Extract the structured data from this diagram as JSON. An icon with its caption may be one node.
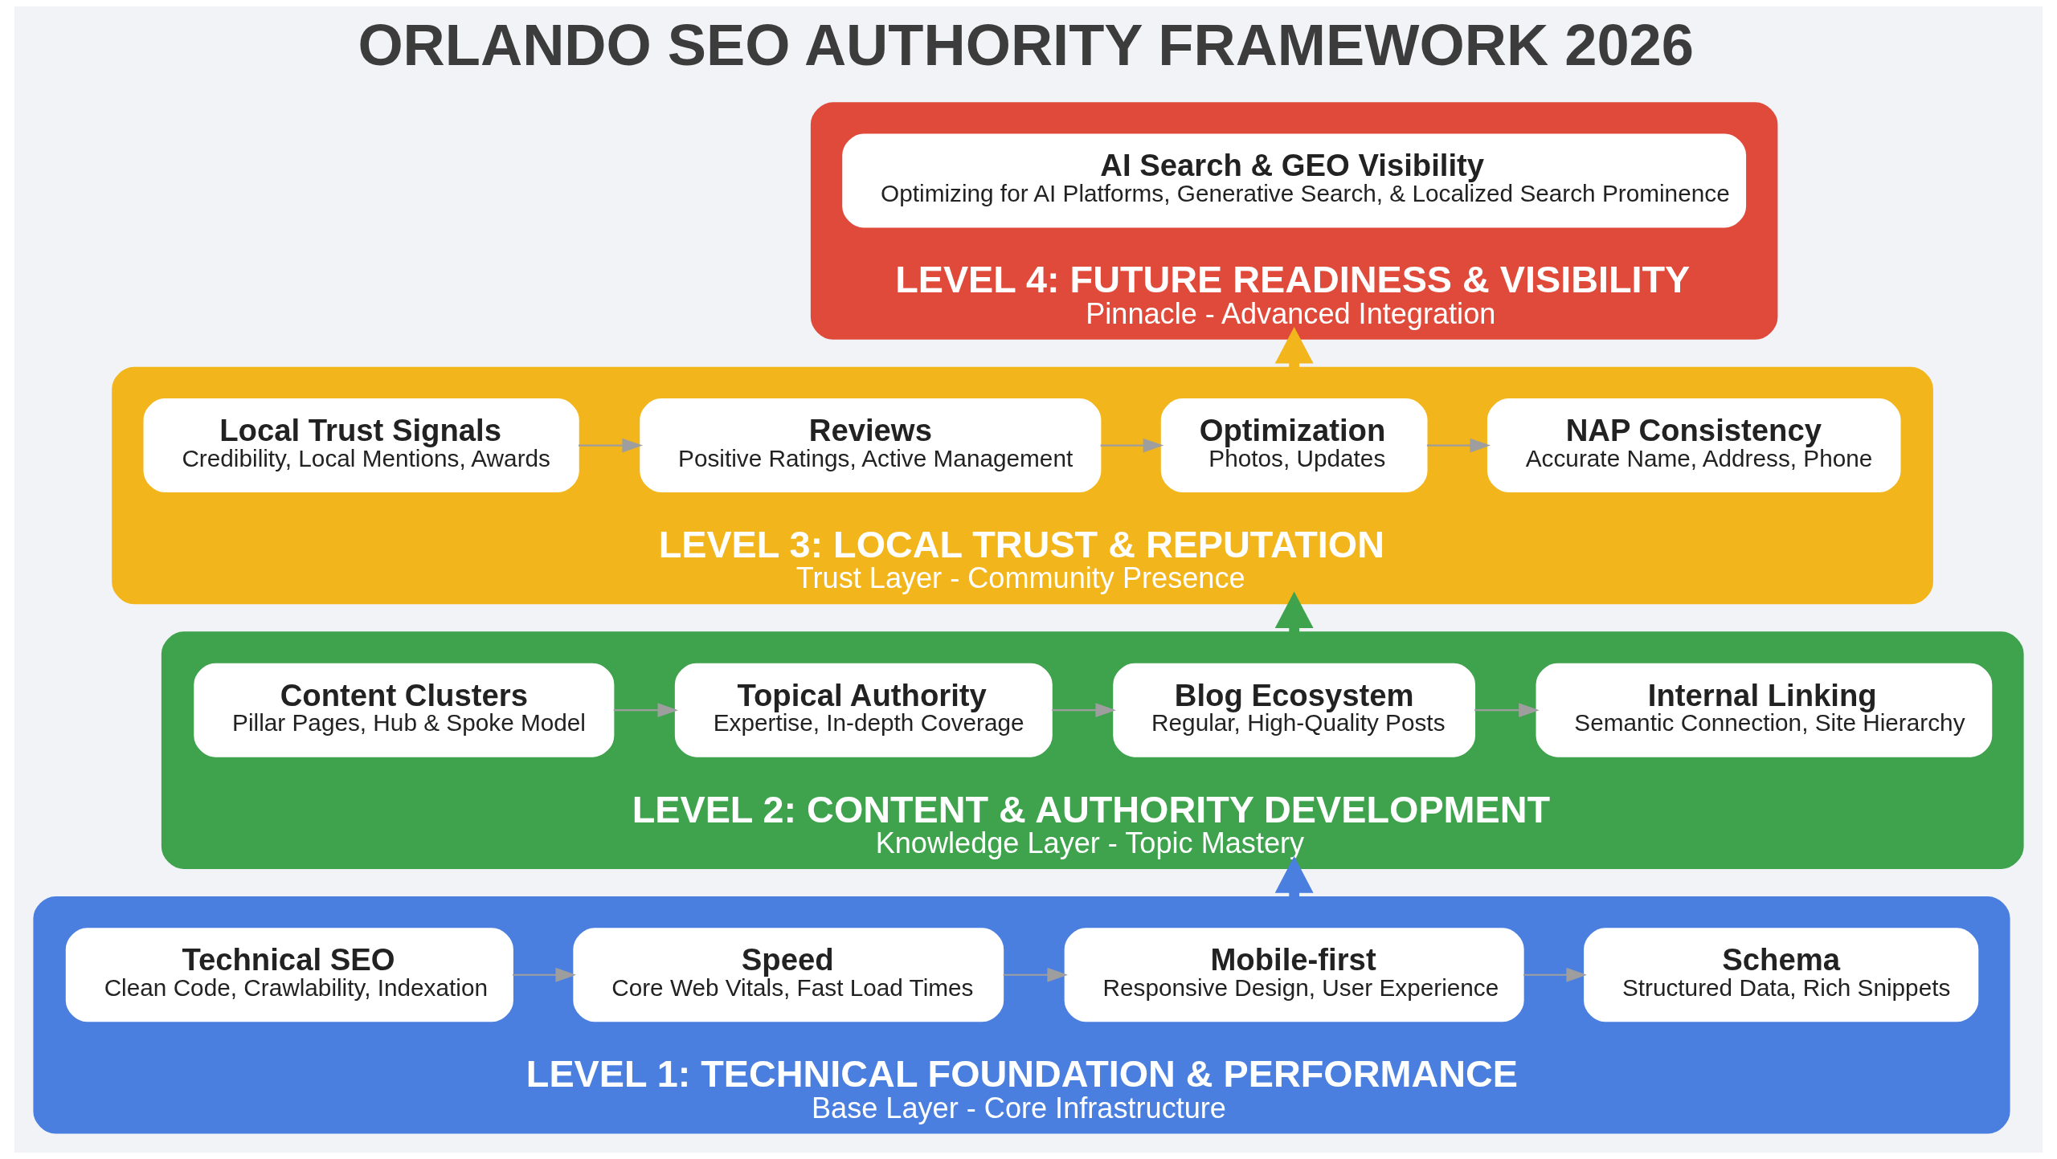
{
  "diagram": {
    "title": "ORLANDO SEO AUTHORITY FRAMEWORK 2026",
    "nodes": [
      {
        "text": [
          "LEVEL 4: FUTURE READINESS & VISIBILITY",
          "Pinnacle - Advanced Integration"
        ]
      },
      {
        "text": [
          "AI Search & GEO Visibility",
          "Optimizing for AI Platforms, Generative Search, & Localized Search Prominence"
        ],
        "in": 0
      },
      {
        "text": [
          "LEVEL 3: LOCAL TRUST & REPUTATION",
          "Trust Layer - Community Presence"
        ]
      },
      {
        "text": [
          "Local Trust Signals",
          "Credibility, Local Mentions, Awards"
        ],
        "in": 2
      },
      {
        "text": [
          "Reviews",
          "Positive Ratings, Active Management"
        ],
        "in": 2
      },
      {
        "text": [
          "Optimization",
          "Photos, Updates"
        ],
        "in": 2
      },
      {
        "text": [
          "NAP Consistency",
          "Accurate Name, Address, Phone"
        ],
        "in": 2
      },
      {
        "text": [
          "LEVEL 2: CONTENT & AUTHORITY DEVELOPMENT",
          "Knowledge Layer - Topic Mastery"
        ]
      },
      {
        "text": [
          "Content Clusters",
          "Pillar Pages, Hub & Spoke Model"
        ],
        "in": 7
      },
      {
        "text": [
          "Topical Authority",
          "Expertise, In-depth Coverage"
        ],
        "in": 7
      },
      {
        "text": [
          "Blog Ecosystem",
          "Regular, High-Quality Posts"
        ],
        "in": 7
      },
      {
        "text": [
          "Internal Linking",
          "Semantic Connection, Site Hierarchy"
        ],
        "in": 7
      },
      {
        "text": [
          "LEVEL 1: TECHNICAL FOUNDATION & PERFORMANCE",
          "Base Layer - Core Infrastructure"
        ]
      },
      {
        "text": [
          "Technical SEO",
          "Clean Code, Crawlability, Indexation"
        ],
        "in": 12
      },
      {
        "text": [
          "Speed",
          "Core Web Vitals, Fast Load Times"
        ],
        "in": 12
      },
      {
        "text": [
          "Mobile-first",
          "Responsive Design, User Experience"
        ],
        "in": 12
      },
      {
        "text": [
          "Schema",
          "Structured Data, Rich Snippets"
        ],
        "in": 12
      }
    ],
    "edges": [
      {
        "from": 3,
        "to": 4,
        "arrow": "to"
      },
      {
        "from": 4,
        "to": 5,
        "arrow": "to"
      },
      {
        "from": 5,
        "to": 6,
        "arrow": "to"
      },
      {
        "from": 8,
        "to": 9,
        "arrow": "to"
      },
      {
        "from": 9,
        "to": 10,
        "arrow": "to"
      },
      {
        "from": 10,
        "to": 11,
        "arrow": "to"
      },
      {
        "from": 13,
        "to": 14,
        "arrow": "to"
      },
      {
        "from": 14,
        "to": 15,
        "arrow": "to"
      },
      {
        "from": 15,
        "to": 16,
        "arrow": "to"
      },
      {
        "from": 12,
        "to": 7,
        "arrow": "to",
        "style": "thick",
        "color": "#4a7fe0"
      },
      {
        "from": 7,
        "to": 2,
        "arrow": "to",
        "style": "thick",
        "color": "#3fa34d"
      },
      {
        "from": 2,
        "to": 0,
        "arrow": "to",
        "style": "thick",
        "color": "#f2b51b"
      }
    ]
  }
}
